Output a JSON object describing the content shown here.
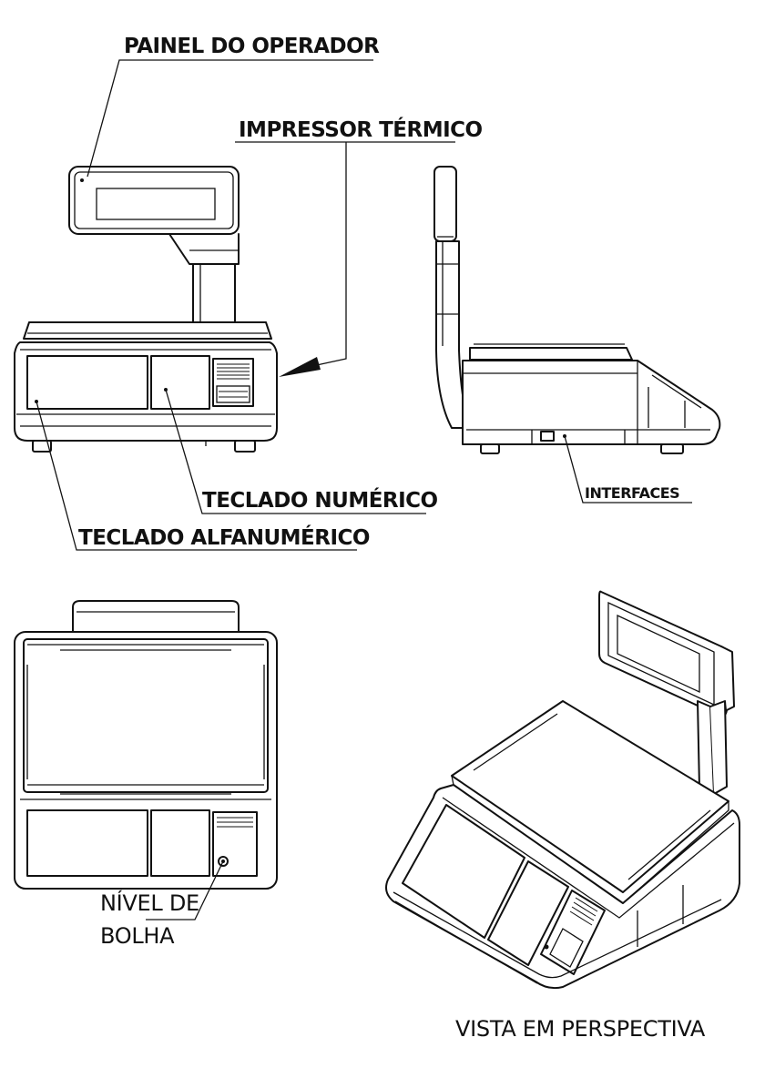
{
  "labels": {
    "operator_panel": "PAINEL DO OPERADOR",
    "thermal_printer": "IMPRESSOR TÉRMICO",
    "numeric_keypad": "TECLADO NUMÉRICO",
    "alphanumeric_keypad": "TECLADO ALFANUMÉRICO",
    "interfaces": "INTERFACES",
    "bubble_level_line1": "NÍVEL DE",
    "bubble_level_line2": "BOLHA",
    "perspective_view": "VISTA EM PERSPECTIVA"
  }
}
